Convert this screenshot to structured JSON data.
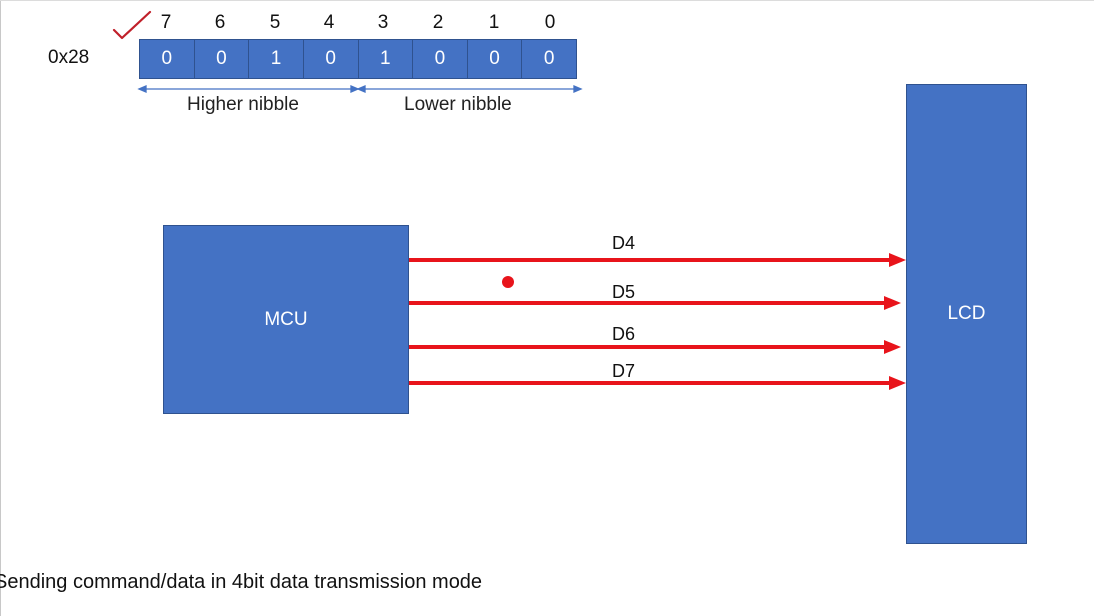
{
  "register": {
    "label": "0x28",
    "bit_indices": [
      "7",
      "6",
      "5",
      "4",
      "3",
      "2",
      "1",
      "0"
    ],
    "bit_values": [
      "0",
      "0",
      "1",
      "0",
      "1",
      "0",
      "0",
      "0"
    ],
    "higher_nibble_label": "Higher nibble",
    "lower_nibble_label": "Lower nibble"
  },
  "blocks": {
    "mcu_label": "MCU",
    "lcd_label": "LCD"
  },
  "signals": [
    "D4",
    "D5",
    "D6",
    "D7"
  ],
  "caption": "Sending command/data in 4bit data transmission mode",
  "colors": {
    "block_fill": "#4472c4",
    "arrow": "#e8141b",
    "checkmark": "#c0202a",
    "nibble_arrow": "#4472c4"
  }
}
